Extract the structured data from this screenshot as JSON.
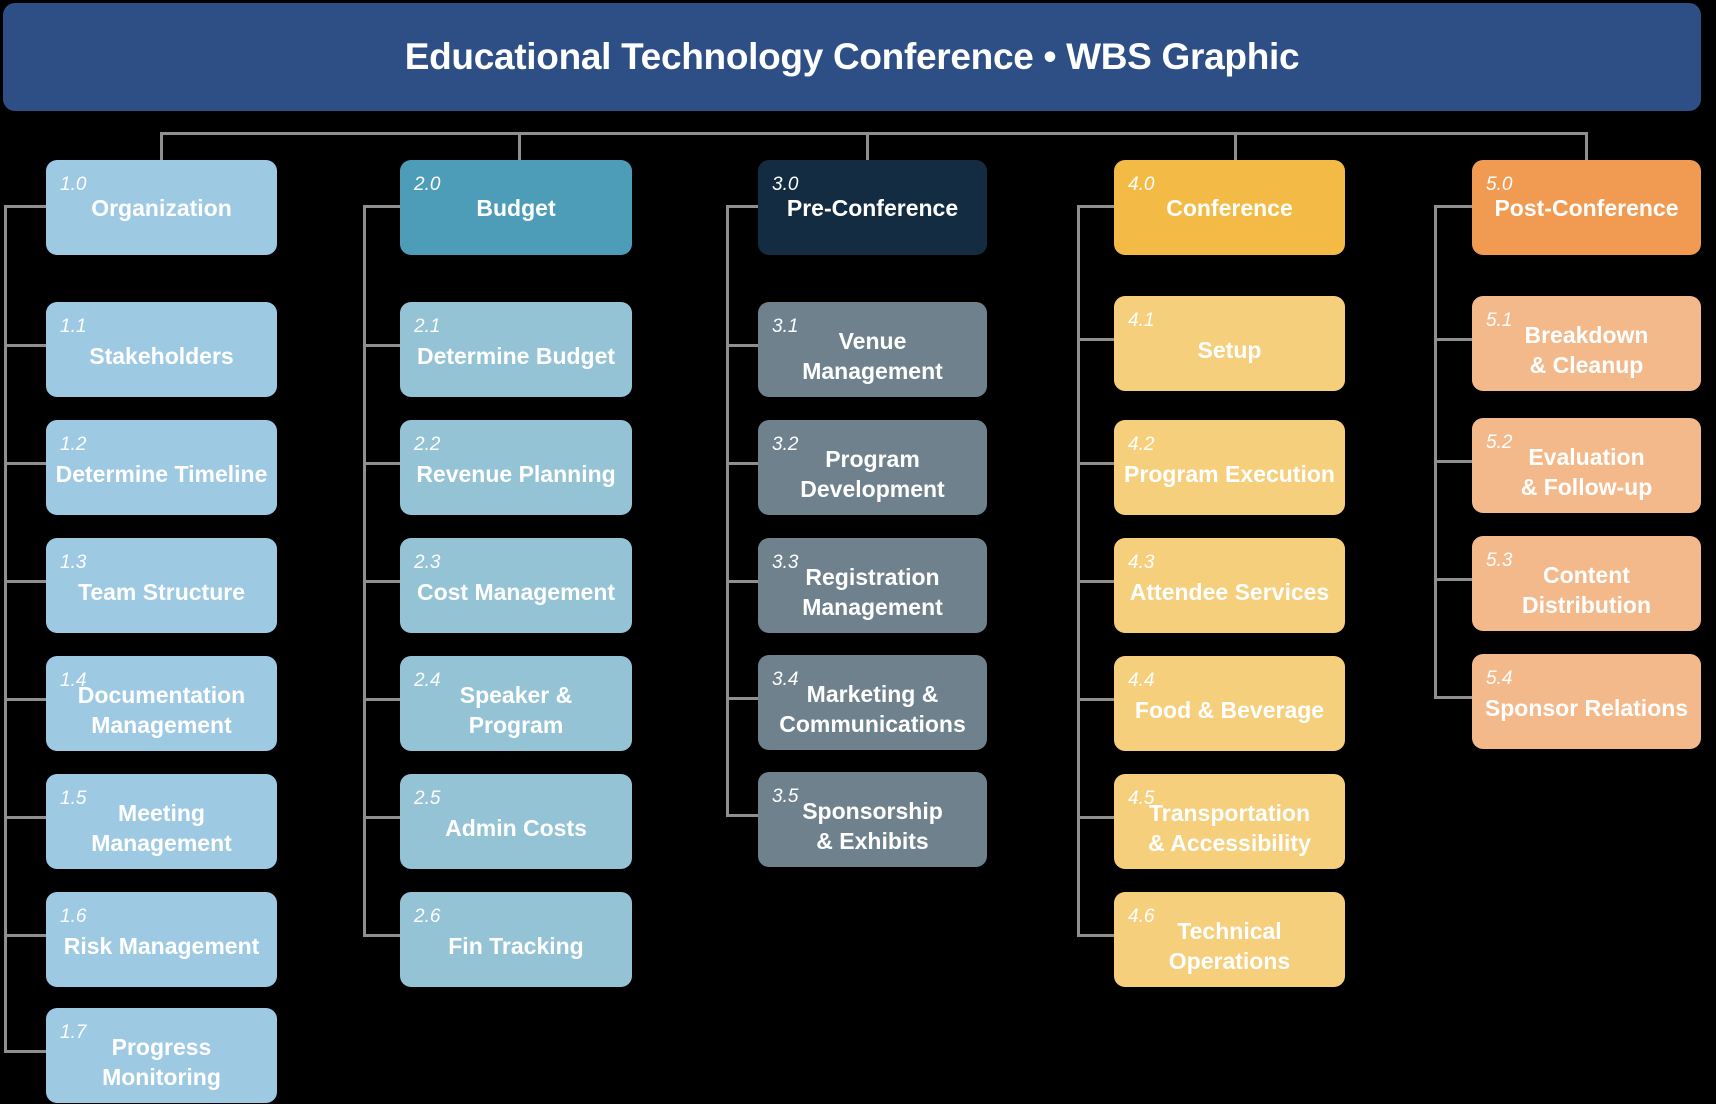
{
  "title": "Educational Technology Conference • WBS Graphic",
  "colors": {
    "header": "#2d4f85",
    "connector": "#8f8f8f",
    "col1_parent": "#9dc9e3",
    "col1_child": "#9dc9e3",
    "col2_parent": "#4e9db8",
    "col2_child": "#94c3d5",
    "col3_parent": "#142c42",
    "col3_child": "#6f818d",
    "col4_parent": "#f3bb45",
    "col4_child": "#f6cf7c",
    "col5_parent": "#f19b52",
    "col5_child": "#f4b98a"
  },
  "columns": [
    {
      "id": "1.0",
      "label": "Organization",
      "children": [
        {
          "id": "1.1",
          "label": "Stakeholders"
        },
        {
          "id": "1.2",
          "label": "Determine Timeline"
        },
        {
          "id": "1.3",
          "label": "Team Structure"
        },
        {
          "id": "1.4",
          "label": "Documentation\nManagement"
        },
        {
          "id": "1.5",
          "label": "Meeting\nManagement"
        },
        {
          "id": "1.6",
          "label": "Risk Management"
        },
        {
          "id": "1.7",
          "label": "Progress\nMonitoring"
        }
      ]
    },
    {
      "id": "2.0",
      "label": "Budget",
      "children": [
        {
          "id": "2.1",
          "label": "Determine Budget"
        },
        {
          "id": "2.2",
          "label": "Revenue Planning"
        },
        {
          "id": "2.3",
          "label": "Cost Management"
        },
        {
          "id": "2.4",
          "label": "Speaker &\nProgram"
        },
        {
          "id": "2.5",
          "label": "Admin Costs"
        },
        {
          "id": "2.6",
          "label": "Fin Tracking"
        }
      ]
    },
    {
      "id": "3.0",
      "label": "Pre-Conference",
      "children": [
        {
          "id": "3.1",
          "label": "Venue\nManagement"
        },
        {
          "id": "3.2",
          "label": "Program\nDevelopment"
        },
        {
          "id": "3.3",
          "label": "Registration\nManagement"
        },
        {
          "id": "3.4",
          "label": "Marketing &\nCommunications"
        },
        {
          "id": "3.5",
          "label": "Sponsorship\n& Exhibits"
        }
      ]
    },
    {
      "id": "4.0",
      "label": "Conference",
      "children": [
        {
          "id": "4.1",
          "label": "Setup"
        },
        {
          "id": "4.2",
          "label": "Program Execution"
        },
        {
          "id": "4.3",
          "label": "Attendee Services"
        },
        {
          "id": "4.4",
          "label": "Food & Beverage"
        },
        {
          "id": "4.5",
          "label": "Transportation\n& Accessibility"
        },
        {
          "id": "4.6",
          "label": "Technical\nOperations"
        }
      ]
    },
    {
      "id": "5.0",
      "label": "Post-Conference",
      "children": [
        {
          "id": "5.1",
          "label": "Breakdown\n& Cleanup"
        },
        {
          "id": "5.2",
          "label": "Evaluation\n& Follow-up"
        },
        {
          "id": "5.3",
          "label": "Content\nDistribution"
        },
        {
          "id": "5.4",
          "label": "Sponsor Relations"
        }
      ]
    }
  ]
}
